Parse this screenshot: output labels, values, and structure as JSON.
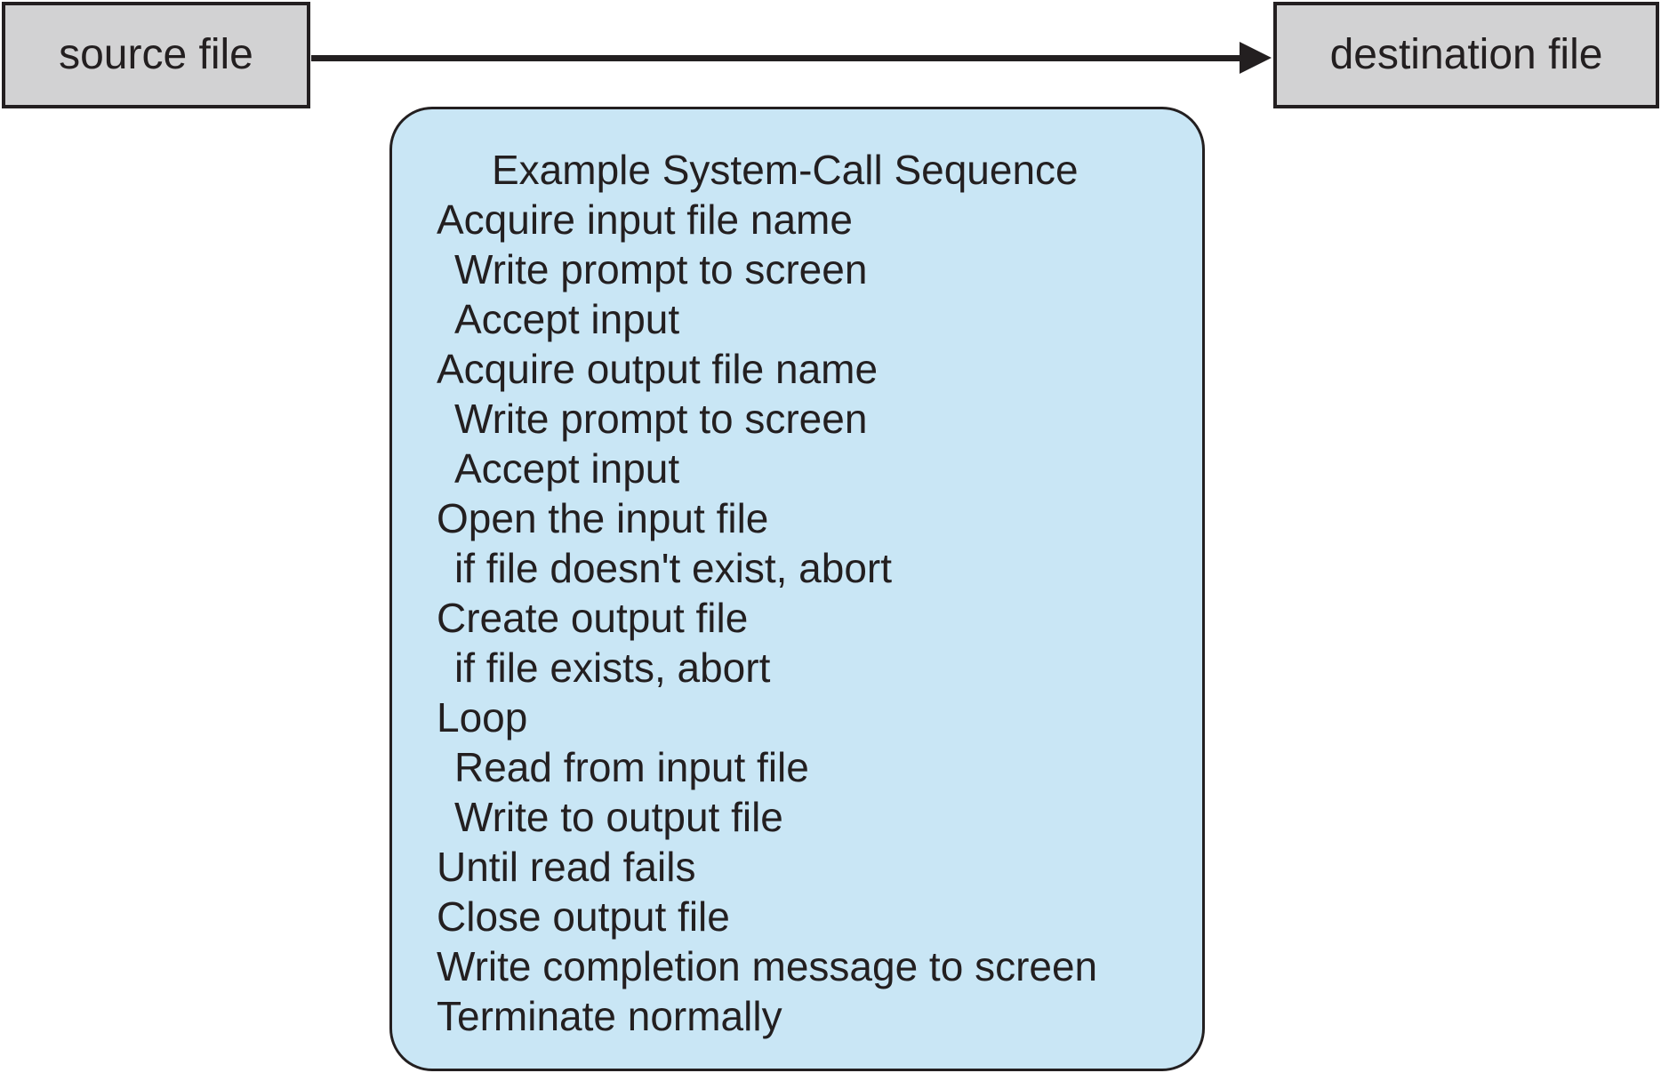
{
  "colors": {
    "box_fill_blue": "#c9e6f5",
    "box_fill_gray": "#d2d2d3",
    "border": "#231f20",
    "text": "#231f20",
    "background": "#ffffff"
  },
  "source_box": {
    "label": "source file"
  },
  "destination_box": {
    "label": "destination file"
  },
  "arrow": {
    "direction": "left-to-right"
  },
  "call_box": {
    "title": "Example System-Call Sequence",
    "lines": [
      {
        "text": "Acquire input file name",
        "indent": 0
      },
      {
        "text": "Write prompt to screen",
        "indent": 1
      },
      {
        "text": "Accept input",
        "indent": 1
      },
      {
        "text": "Acquire output file name",
        "indent": 0
      },
      {
        "text": "Write prompt to screen",
        "indent": 1
      },
      {
        "text": "Accept input",
        "indent": 1
      },
      {
        "text": "Open the input file",
        "indent": 0
      },
      {
        "text": "if file doesn't exist, abort",
        "indent": 1
      },
      {
        "text": "Create output file",
        "indent": 0
      },
      {
        "text": "if file exists, abort",
        "indent": 1
      },
      {
        "text": "Loop",
        "indent": 0
      },
      {
        "text": "Read from input file",
        "indent": 1
      },
      {
        "text": "Write to output file",
        "indent": 1
      },
      {
        "text": "Until read fails",
        "indent": 0
      },
      {
        "text": "Close output file",
        "indent": 0
      },
      {
        "text": "Write completion message to screen",
        "indent": 0
      },
      {
        "text": "Terminate normally",
        "indent": 0
      }
    ]
  }
}
